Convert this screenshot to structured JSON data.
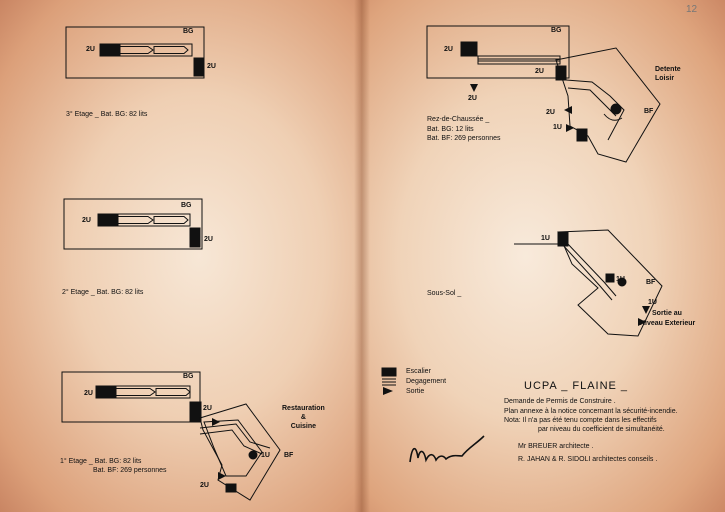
{
  "left_page": {
    "plan_3": {
      "caption": "3° Etage _ Bat. BG: 82 lits",
      "block_label": "BG",
      "stair_left": "2U",
      "stair_right": "2U"
    },
    "plan_2": {
      "caption": "2° Etage _ Bat. BG: 82 lits",
      "block_label": "BG",
      "stair_left": "2U",
      "stair_right": "2U"
    },
    "plan_1": {
      "caption_line1": "1° Etage _ Bat. BG: 82 lits",
      "caption_line2": "Bat. BF: 269 personnes",
      "block_label": "BG",
      "stair_left": "2U",
      "stair_right": "2U",
      "wing_label": "BF",
      "wing_unit": "1U",
      "bottom_unit": "2U",
      "room_line1": "Restauration",
      "room_line2": "&",
      "room_line3": "Cuisine"
    }
  },
  "right_page": {
    "page_number": "12",
    "rdc": {
      "caption_line1": "Rez-de-Chaussée _",
      "caption_line2": "Bat. BG: 12 lits",
      "caption_line3": "Bat. BF: 269 personnes",
      "block_label": "BG",
      "stair_left": "2U",
      "stair_right": "2U",
      "exit_unit": "2U",
      "wing_label": "BF",
      "wing_unit_a": "2U",
      "wing_unit_b": "1U",
      "room_line1": "Detente",
      "room_line2": "Loisir"
    },
    "sous_sol": {
      "caption": "Sous-Sol _",
      "unit_top": "1U",
      "unit_mid": "1U",
      "unit_exit": "1U",
      "wing_label": "BF",
      "exit_line1": "Sortie au",
      "exit_line2": "Niveau Exterieur"
    },
    "legend": {
      "stair": "Escalier",
      "corridor": "Degagement",
      "exit": "Sortie"
    },
    "title": "UCPA _ FLAINE _",
    "notes": {
      "line1": "Demande de Permis de Construire .",
      "line2": "Plan annexe à la notice concernant la sécurité-incendie.",
      "line3": "Nota: Il n'a pas été tenu compte dans les effectifs",
      "line4": "par niveau du coefficient de simultanéité.",
      "architect": "Mr BREUER architecte .",
      "advisors": "R. JAHAN & R. SIDOLI architectes conseils ."
    }
  }
}
